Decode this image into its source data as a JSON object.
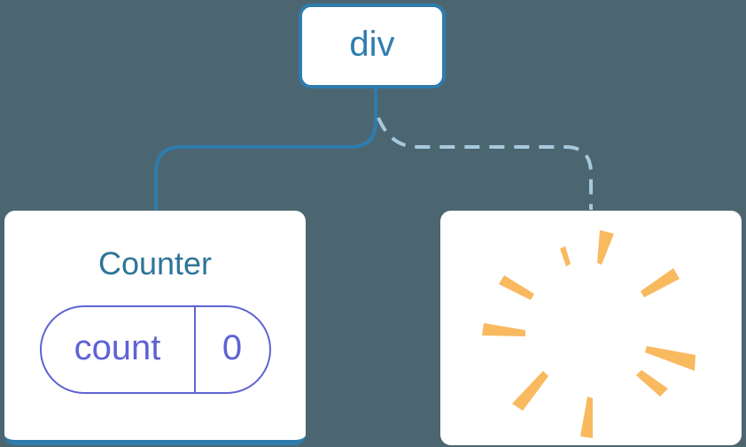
{
  "tree": {
    "root": {
      "label": "div"
    },
    "left_child": {
      "title": "Counter",
      "state": {
        "name": "count",
        "value": "0"
      }
    },
    "right_child": {
      "icon": "poof-starburst-icon"
    }
  },
  "connectors": {
    "left": {
      "style": "solid"
    },
    "right": {
      "style": "dashed"
    }
  },
  "colors": {
    "bg": "#4C6671",
    "card_white": "#FFFFFF",
    "line_blue": "#2E7CAD",
    "dashed_blue": "#A7C9DD",
    "node_label_blue": "#2F7DB1",
    "title_blue": "#2E7499",
    "pill_purple": "#5E63D3",
    "poof_orange": "#F9B95F"
  }
}
